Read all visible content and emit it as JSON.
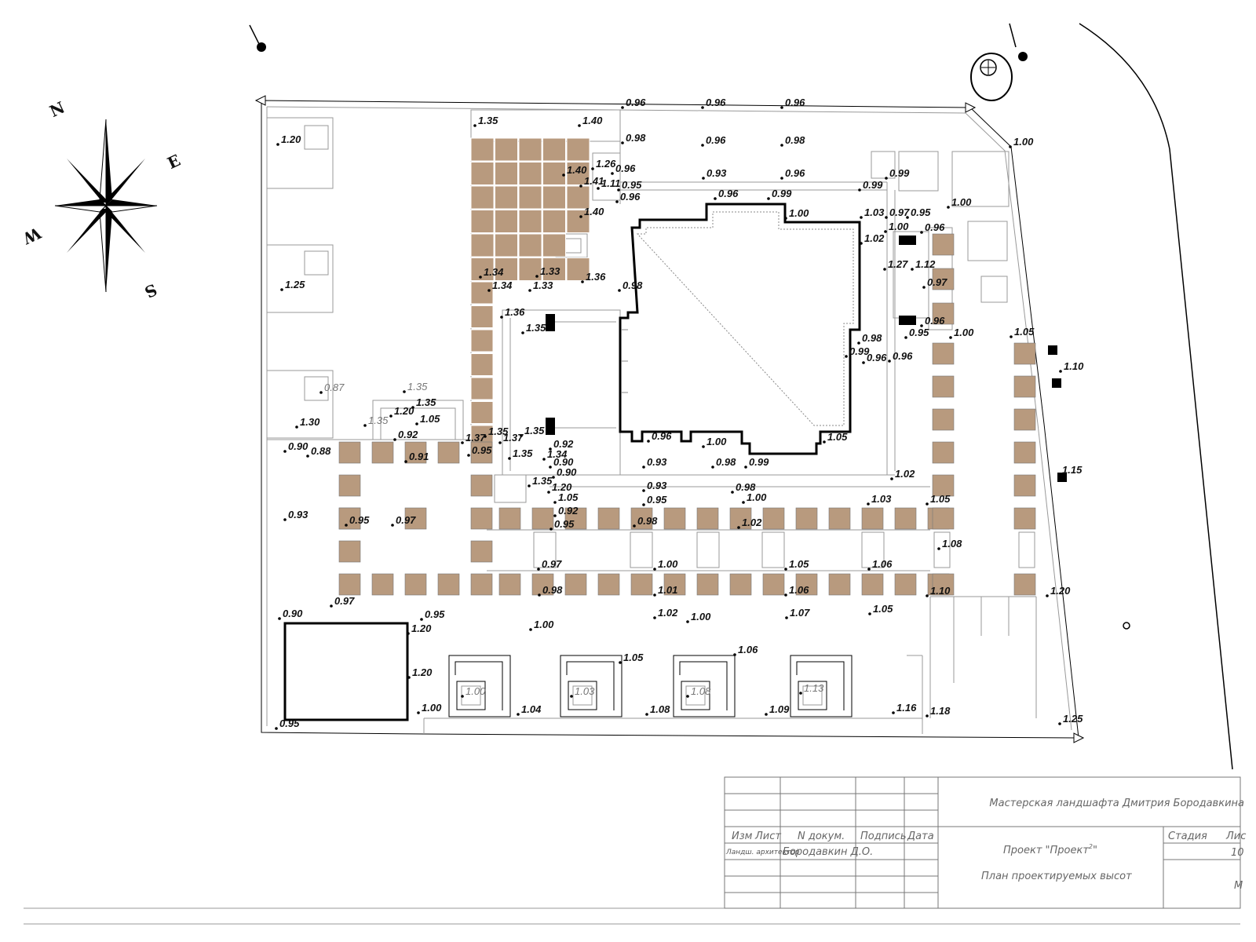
{
  "compass": {
    "north": "N",
    "east": "E",
    "south": "S",
    "west": "W"
  },
  "colors": {
    "paving": "#b89a7e",
    "line": "#9a9a9a",
    "wall": "#000000",
    "text": "#111111"
  },
  "elevations": [
    {
      "id": "e1",
      "v": "0.96"
    },
    {
      "id": "e2",
      "v": "0.96"
    },
    {
      "id": "e3",
      "v": "0.96"
    },
    {
      "id": "e4",
      "v": "1.35"
    },
    {
      "id": "e5",
      "v": "1.40"
    },
    {
      "id": "e6",
      "v": "1.20"
    },
    {
      "id": "e7",
      "v": "0.98"
    },
    {
      "id": "e8",
      "v": "0.96"
    },
    {
      "id": "e9",
      "v": "0.98"
    },
    {
      "id": "e10",
      "v": "1.00"
    },
    {
      "id": "e11",
      "v": "1.40"
    },
    {
      "id": "e12",
      "v": "1.26"
    },
    {
      "id": "e13",
      "v": "0.96"
    },
    {
      "id": "e14",
      "v": "1.41"
    },
    {
      "id": "e15",
      "v": "1.11"
    },
    {
      "id": "e16",
      "v": "0.93"
    },
    {
      "id": "e17",
      "v": "0.96"
    },
    {
      "id": "e18",
      "v": "0.99"
    },
    {
      "id": "e19",
      "v": "0.95"
    },
    {
      "id": "e20",
      "v": "0.99"
    },
    {
      "id": "e21",
      "v": "0.96"
    },
    {
      "id": "e22",
      "v": "0.96"
    },
    {
      "id": "e23",
      "v": "0.99"
    },
    {
      "id": "e24",
      "v": "1.00"
    },
    {
      "id": "e25",
      "v": "1.00"
    },
    {
      "id": "e26",
      "v": "1.40"
    },
    {
      "id": "e27",
      "v": "1.03"
    },
    {
      "id": "e28",
      "v": "0.97"
    },
    {
      "id": "e29",
      "v": "0.95"
    },
    {
      "id": "e30",
      "v": "1.00"
    },
    {
      "id": "e31",
      "v": "1.02"
    },
    {
      "id": "e32",
      "v": "0.96"
    },
    {
      "id": "e33",
      "v": "1.25"
    },
    {
      "id": "e34",
      "v": "1.34"
    },
    {
      "id": "e35",
      "v": "1.33"
    },
    {
      "id": "e36",
      "v": "1.34"
    },
    {
      "id": "e37",
      "v": "1.33"
    },
    {
      "id": "e38",
      "v": "1.36"
    },
    {
      "id": "e39",
      "v": "1.27"
    },
    {
      "id": "e40",
      "v": "1.12"
    },
    {
      "id": "e41",
      "v": "0.97"
    },
    {
      "id": "e42",
      "v": "0.98"
    },
    {
      "id": "e43",
      "v": "1.36"
    },
    {
      "id": "e44",
      "v": "1.35"
    },
    {
      "id": "e45",
      "v": "0.96"
    },
    {
      "id": "e46",
      "v": "0.95"
    },
    {
      "id": "e47",
      "v": "1.00"
    },
    {
      "id": "e48",
      "v": "1.05"
    },
    {
      "id": "e49",
      "v": "0.98"
    },
    {
      "id": "e50",
      "v": "0.99"
    },
    {
      "id": "e51",
      "v": "0.96"
    },
    {
      "id": "e52",
      "v": "0.96"
    },
    {
      "id": "e53",
      "v": "1.10"
    },
    {
      "id": "e54",
      "v": "0.87"
    },
    {
      "id": "e55",
      "v": "1.35"
    },
    {
      "id": "e56",
      "v": "1.35"
    },
    {
      "id": "e57",
      "v": "1.20"
    },
    {
      "id": "e58",
      "v": "1.35"
    },
    {
      "id": "e59",
      "v": "1.05"
    },
    {
      "id": "e60",
      "v": "0.92"
    },
    {
      "id": "e61",
      "v": "1.30"
    },
    {
      "id": "e62",
      "v": "1.35"
    },
    {
      "id": "e63",
      "v": "1.35"
    },
    {
      "id": "e64",
      "v": "1.37"
    },
    {
      "id": "e65",
      "v": "1.37"
    },
    {
      "id": "e66",
      "v": "0.96"
    },
    {
      "id": "e67",
      "v": "1.00"
    },
    {
      "id": "e68",
      "v": "1.05"
    },
    {
      "id": "e69",
      "v": "0.90"
    },
    {
      "id": "e70",
      "v": "0.88"
    },
    {
      "id": "e71",
      "v": "0.91"
    },
    {
      "id": "e72",
      "v": "0.95"
    },
    {
      "id": "e73",
      "v": "1.35"
    },
    {
      "id": "e74",
      "v": "0.92"
    },
    {
      "id": "e75",
      "v": "1.34"
    },
    {
      "id": "e76",
      "v": "0.90"
    },
    {
      "id": "e77",
      "v": "0.93"
    },
    {
      "id": "e78",
      "v": "0.98"
    },
    {
      "id": "e79",
      "v": "0.99"
    },
    {
      "id": "e80",
      "v": "1.02"
    },
    {
      "id": "e81",
      "v": "1.15"
    },
    {
      "id": "e82",
      "v": "1.35"
    },
    {
      "id": "e83",
      "v": "0.90"
    },
    {
      "id": "e84",
      "v": "1.20"
    },
    {
      "id": "e85",
      "v": "0.93"
    },
    {
      "id": "e86",
      "v": "0.98"
    },
    {
      "id": "e87",
      "v": "1.05"
    },
    {
      "id": "e88",
      "v": "0.92"
    },
    {
      "id": "e89",
      "v": "0.95"
    },
    {
      "id": "e90",
      "v": "1.00"
    },
    {
      "id": "e91",
      "v": "1.03"
    },
    {
      "id": "e92",
      "v": "1.05"
    },
    {
      "id": "e93",
      "v": "0.93"
    },
    {
      "id": "e94",
      "v": "0.95"
    },
    {
      "id": "e95",
      "v": "0.97"
    },
    {
      "id": "e96",
      "v": "0.95"
    },
    {
      "id": "e97",
      "v": "0.98"
    },
    {
      "id": "e98",
      "v": "1.02"
    },
    {
      "id": "e99",
      "v": "1.08"
    },
    {
      "id": "e100",
      "v": "0.97"
    },
    {
      "id": "e101",
      "v": "1.00"
    },
    {
      "id": "e102",
      "v": "1.05"
    },
    {
      "id": "e103",
      "v": "1.06"
    },
    {
      "id": "e104",
      "v": "0.98"
    },
    {
      "id": "e105",
      "v": "1.01"
    },
    {
      "id": "e106",
      "v": "1.06"
    },
    {
      "id": "e107",
      "v": "1.10"
    },
    {
      "id": "e108",
      "v": "1.20"
    },
    {
      "id": "e109",
      "v": "0.97"
    },
    {
      "id": "e110",
      "v": "0.90"
    },
    {
      "id": "e111",
      "v": "0.95"
    },
    {
      "id": "e112",
      "v": "1.20"
    },
    {
      "id": "e113",
      "v": "1.00"
    },
    {
      "id": "e114",
      "v": "1.02"
    },
    {
      "id": "e115",
      "v": "1.00"
    },
    {
      "id": "e116",
      "v": "1.07"
    },
    {
      "id": "e117",
      "v": "1.05"
    },
    {
      "id": "e118",
      "v": "1.05"
    },
    {
      "id": "e119",
      "v": "1.06"
    },
    {
      "id": "e120",
      "v": "1.20"
    },
    {
      "id": "e121",
      "v": "1.00"
    },
    {
      "id": "e122",
      "v": "1.03"
    },
    {
      "id": "e123",
      "v": "1.08"
    },
    {
      "id": "e124",
      "v": "1.13"
    },
    {
      "id": "e125",
      "v": "1.00"
    },
    {
      "id": "e126",
      "v": "1.04"
    },
    {
      "id": "e127",
      "v": "1.08"
    },
    {
      "id": "e128",
      "v": "1.09"
    },
    {
      "id": "e129",
      "v": "1.16"
    },
    {
      "id": "e130",
      "v": "1.18"
    },
    {
      "id": "e131",
      "v": "0.95"
    },
    {
      "id": "e132",
      "v": "1.25"
    }
  ],
  "title_block": {
    "studio": "Мастерская ландшафта Дмитрия Бородавкина",
    "col_change": "Изм",
    "col_sheet": "Лист",
    "col_doc": "N докум.",
    "col_sign": "Подпись",
    "col_date": "Дата",
    "role": "Ландш. архитектор",
    "author": "Бородавкин Д.О.",
    "project": "Проект \"Проект",
    "project_sup": "2",
    "project_end": "\"",
    "drawing_title": "План проектируемых высот",
    "stage_label": "Стадия",
    "sheet_label": "Лис",
    "sheet_number": "10",
    "scale_label": "М"
  }
}
